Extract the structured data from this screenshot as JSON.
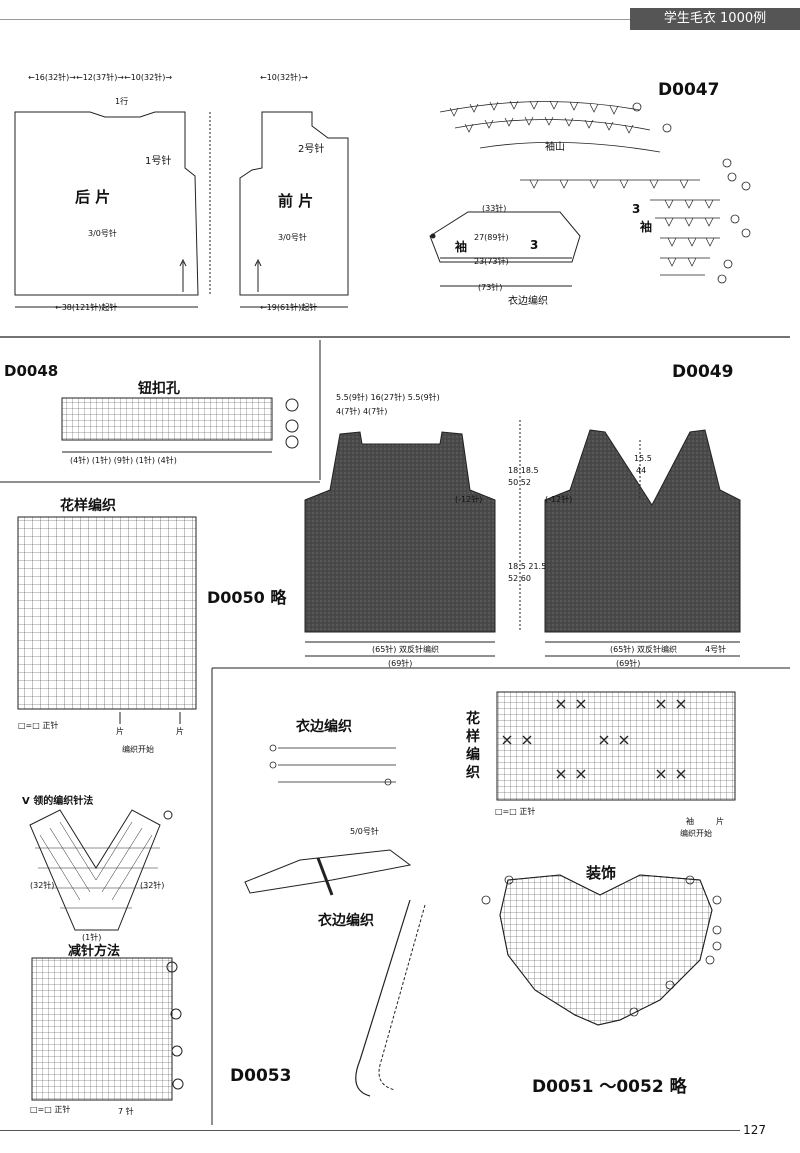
{
  "header": {
    "book_title": "学生毛衣 1000例"
  },
  "page_number": "127",
  "codes": {
    "d0047": "D0047",
    "d0048": "D0048",
    "d0049": "D0049",
    "d0050": "D0050 略",
    "d0053": "D0053",
    "d0051": "D0051 ～0052 略"
  },
  "d0047": {
    "back": "后 片",
    "front": "前 片",
    "needle1": "1号针",
    "needle2": "2号针",
    "needle_small1": "3/0号针",
    "needle_small2": "3/0号针",
    "top_left": "←16(32针)→←12(37针)→←10(32针)→",
    "top_right": "←10(32针)→",
    "bottom_left": "←38(121针)起针",
    "bottom_right": "←19(61针)起针",
    "row1": "1行",
    "sleeve_cap": "袖山",
    "sleeve_label": "袖",
    "sleeve": "袖",
    "edge": "衣边编织",
    "num3": "3",
    "num3b": "3",
    "sleeve_top": "(33针)",
    "sleeve_mid": "27(89针)",
    "sleeve_bot": "23(73针)",
    "sleeve_base": "(73针)"
  },
  "d0048": {
    "title": "钮扣孔",
    "counts": "(4针) (1针) (9针) (1针) (4针)"
  },
  "d0050": {
    "title": "花样编织",
    "legend": "□=□ 正针",
    "start": "编织开始",
    "p1": "片",
    "p2": "片"
  },
  "d0049": {
    "top": "5.5(9针)   16(27针)   5.5(9针)",
    "top_sub": "4(7针)     4(7针)",
    "side": "(-12针)",
    "side2": "(-12针)",
    "bottom_left": "(65针) 双反针编织",
    "bottom_left2": "(69针)",
    "bottom_right": "(65针) 双反针编织",
    "bottom_right2": "(69针)",
    "needle": "4号针",
    "m1": "18  18.5",
    "m2": "50  52",
    "m3": "18.5 21.5",
    "m4": "52  60",
    "v1": "15.5",
    "v2": "44"
  },
  "vneck": {
    "title": "V 领的编织针法",
    "left": "(32针)",
    "right": "(32针)",
    "center": "(1针)"
  },
  "reduce": {
    "title": "减针方法",
    "legend": "□=□ 正针",
    "count": "7 针"
  },
  "edge1": {
    "title": "衣边编织"
  },
  "edge2": {
    "title": "衣边编织",
    "needle": "5/0号针"
  },
  "pattern2": {
    "title": "花样编织",
    "legend": "□=□ 正针",
    "start": "编织开始",
    "p1": "袖",
    "p2": "片"
  },
  "decor": {
    "title": "装饰"
  }
}
